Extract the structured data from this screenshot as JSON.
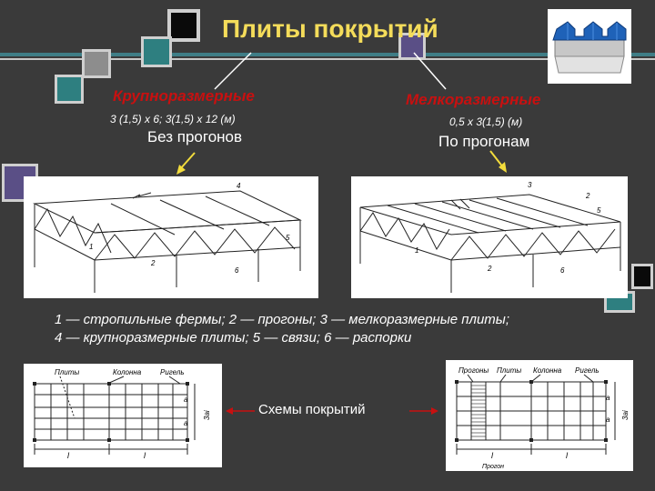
{
  "title": "Плиты покрытий",
  "left": {
    "category": "Крупноразмерные",
    "dimensions": "3 (1,5) х 6; 3(1,5) х 12 (м)",
    "support": "Без прогонов",
    "drawing_labels": [
      "4",
      "5",
      "1",
      "2",
      "6"
    ]
  },
  "right": {
    "category": "Мелкоразмерные",
    "dimensions": "0,5 х 3(1,5) (м)",
    "support": "По прогонам",
    "drawing_labels": [
      "3",
      "2",
      "5",
      "1",
      "2",
      "6"
    ]
  },
  "legend": {
    "line1": "1 — стропильные фермы; 2 — прогоны; 3 — мелкоразмерные плиты;",
    "line2": "4 — крупноразмерные плиты; 5 — связи; 6 — распорки"
  },
  "schemes": {
    "caption": "Схемы покрытий",
    "left_header": [
      "Плиты",
      "Колонна",
      "Ригель"
    ],
    "right_header": [
      "Прогоны",
      "Плиты",
      "Колонна",
      "Ригель"
    ],
    "span_label": "l",
    "pitch_label": "a",
    "dim_label": "3ai",
    "footer_label": "Прогон"
  },
  "colors": {
    "background": "#3a3a3a",
    "title": "#f4dc5a",
    "category": "#c81010",
    "arrow": "#f2dc3c",
    "accent_teal": "#2e7f80",
    "accent_grey": "#8d8d8d",
    "accent_black": "#0a0a0a",
    "accent_violet": "#5a4f86",
    "connector": "#ffffff"
  }
}
